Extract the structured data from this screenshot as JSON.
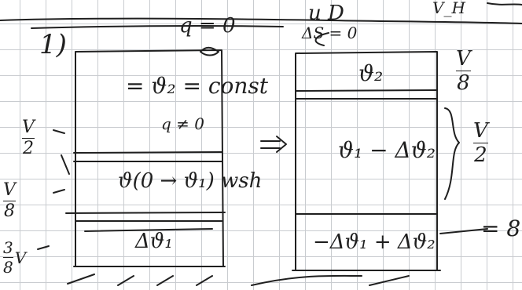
{
  "ink_color": "#1f1f1f",
  "grid_color": "#c9ccd0",
  "page_texts": {
    "problem_number": "1)",
    "top_q0": "q = 0",
    "top_ud": "u D",
    "top_ud_sub": "ΔS = 0",
    "top_right": "V_H",
    "left_box_top": "= ϑ₂ = const",
    "left_box_mid": "q ≠ 0",
    "left_box_low": "ϑ(0 → ϑ₁) wsh",
    "left_box_bottom": "Δϑ₁",
    "right_box_top": "ϑ₂",
    "right_box_mid": "ϑ₁ − Δϑ₂",
    "right_box_bottom": "−Δϑ₁ + Δϑ₂",
    "arrow": "=>",
    "eq_right": "= 8",
    "frac_left1": {
      "num": "V",
      "den": "2"
    },
    "frac_left2": {
      "num": "V",
      "den": "8"
    },
    "frac_left3": {
      "num": "3",
      "den": "8",
      "tail": "V"
    },
    "frac_right1": {
      "num": "V",
      "den": "8"
    },
    "frac_right2": {
      "num": "V",
      "den": "2"
    }
  }
}
